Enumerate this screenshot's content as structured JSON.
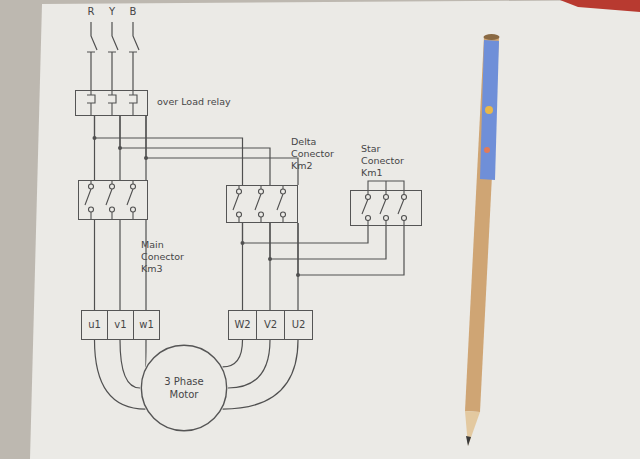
{
  "diagram": {
    "nodes": [
      {
        "text": [
          "over Load relay"
        ]
      },
      {
        "text": [
          "Main Conector Km3"
        ]
      },
      {
        "text": [
          "Delta Conector Km2"
        ]
      },
      {
        "text": [
          "Star Conector Km1"
        ]
      },
      {
        "text": [
          "u1",
          "v1",
          "w1"
        ]
      },
      {
        "text": [
          "W2",
          "V2",
          "U2"
        ]
      },
      {
        "text": [
          "3 Phase Motor"
        ]
      }
    ],
    "edges": [
      {
        "from": 0,
        "to": 1,
        "arrow": "none"
      },
      {
        "from": 0,
        "to": 2,
        "arrow": "none"
      },
      {
        "from": 1,
        "to": 4,
        "arrow": "none"
      },
      {
        "from": 2,
        "to": 5,
        "arrow": "none"
      },
      {
        "from": 2,
        "to": 3,
        "arrow": "none"
      },
      {
        "from": 4,
        "to": 6,
        "arrow": "none"
      },
      {
        "from": 5,
        "to": 6,
        "arrow": "none"
      }
    ],
    "labels": [
      "R",
      "Y",
      "B"
    ]
  }
}
